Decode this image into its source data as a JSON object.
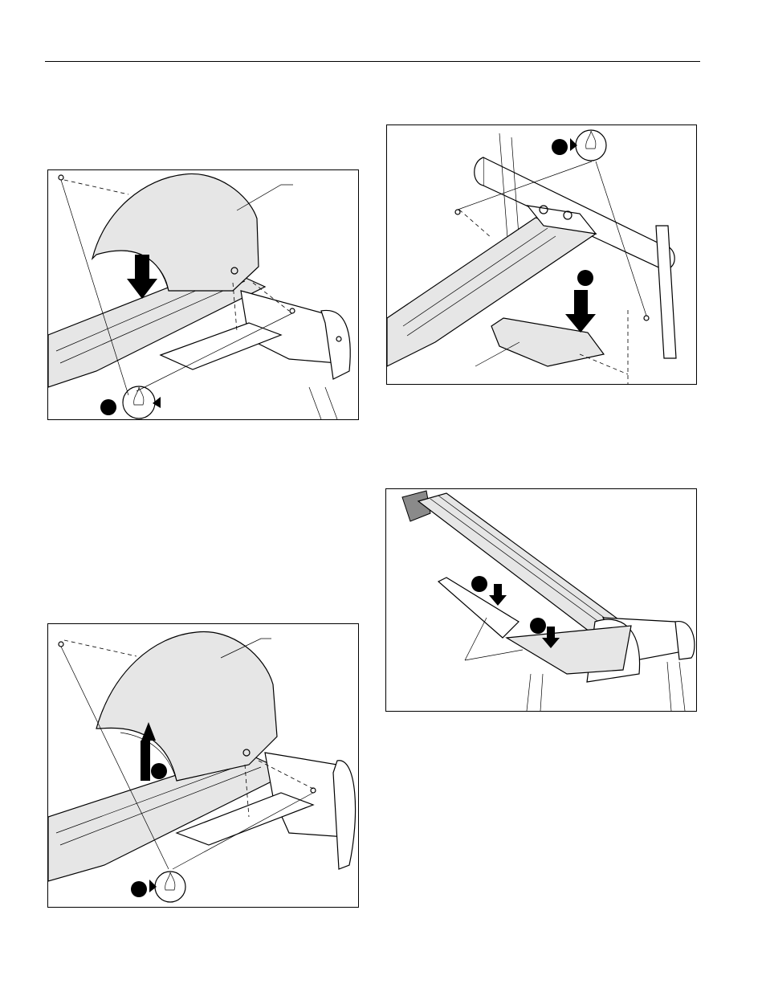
{
  "page": {
    "header_rule_color": "#000000"
  },
  "figures": [
    {
      "id": "fig1",
      "depicts": "cover-lowering",
      "icon": "rotate-clockwise-screw-icon",
      "arrow": "down-arrow"
    },
    {
      "id": "fig2",
      "depicts": "bottom-cover-removal",
      "icon": "rotate-counterclockwise-screw-icon",
      "arrow": "down-arrow"
    },
    {
      "id": "fig3",
      "depicts": "arm-panels-removal",
      "icon": "none",
      "arrow": "down-arrow"
    },
    {
      "id": "fig4",
      "depicts": "cover-lifting",
      "icon": "rotate-counterclockwise-screw-icon",
      "arrow": "up-arrow"
    }
  ],
  "colors": {
    "line": "#000000",
    "part_shade": "#e6e6e6",
    "step_marker": "#000000"
  }
}
